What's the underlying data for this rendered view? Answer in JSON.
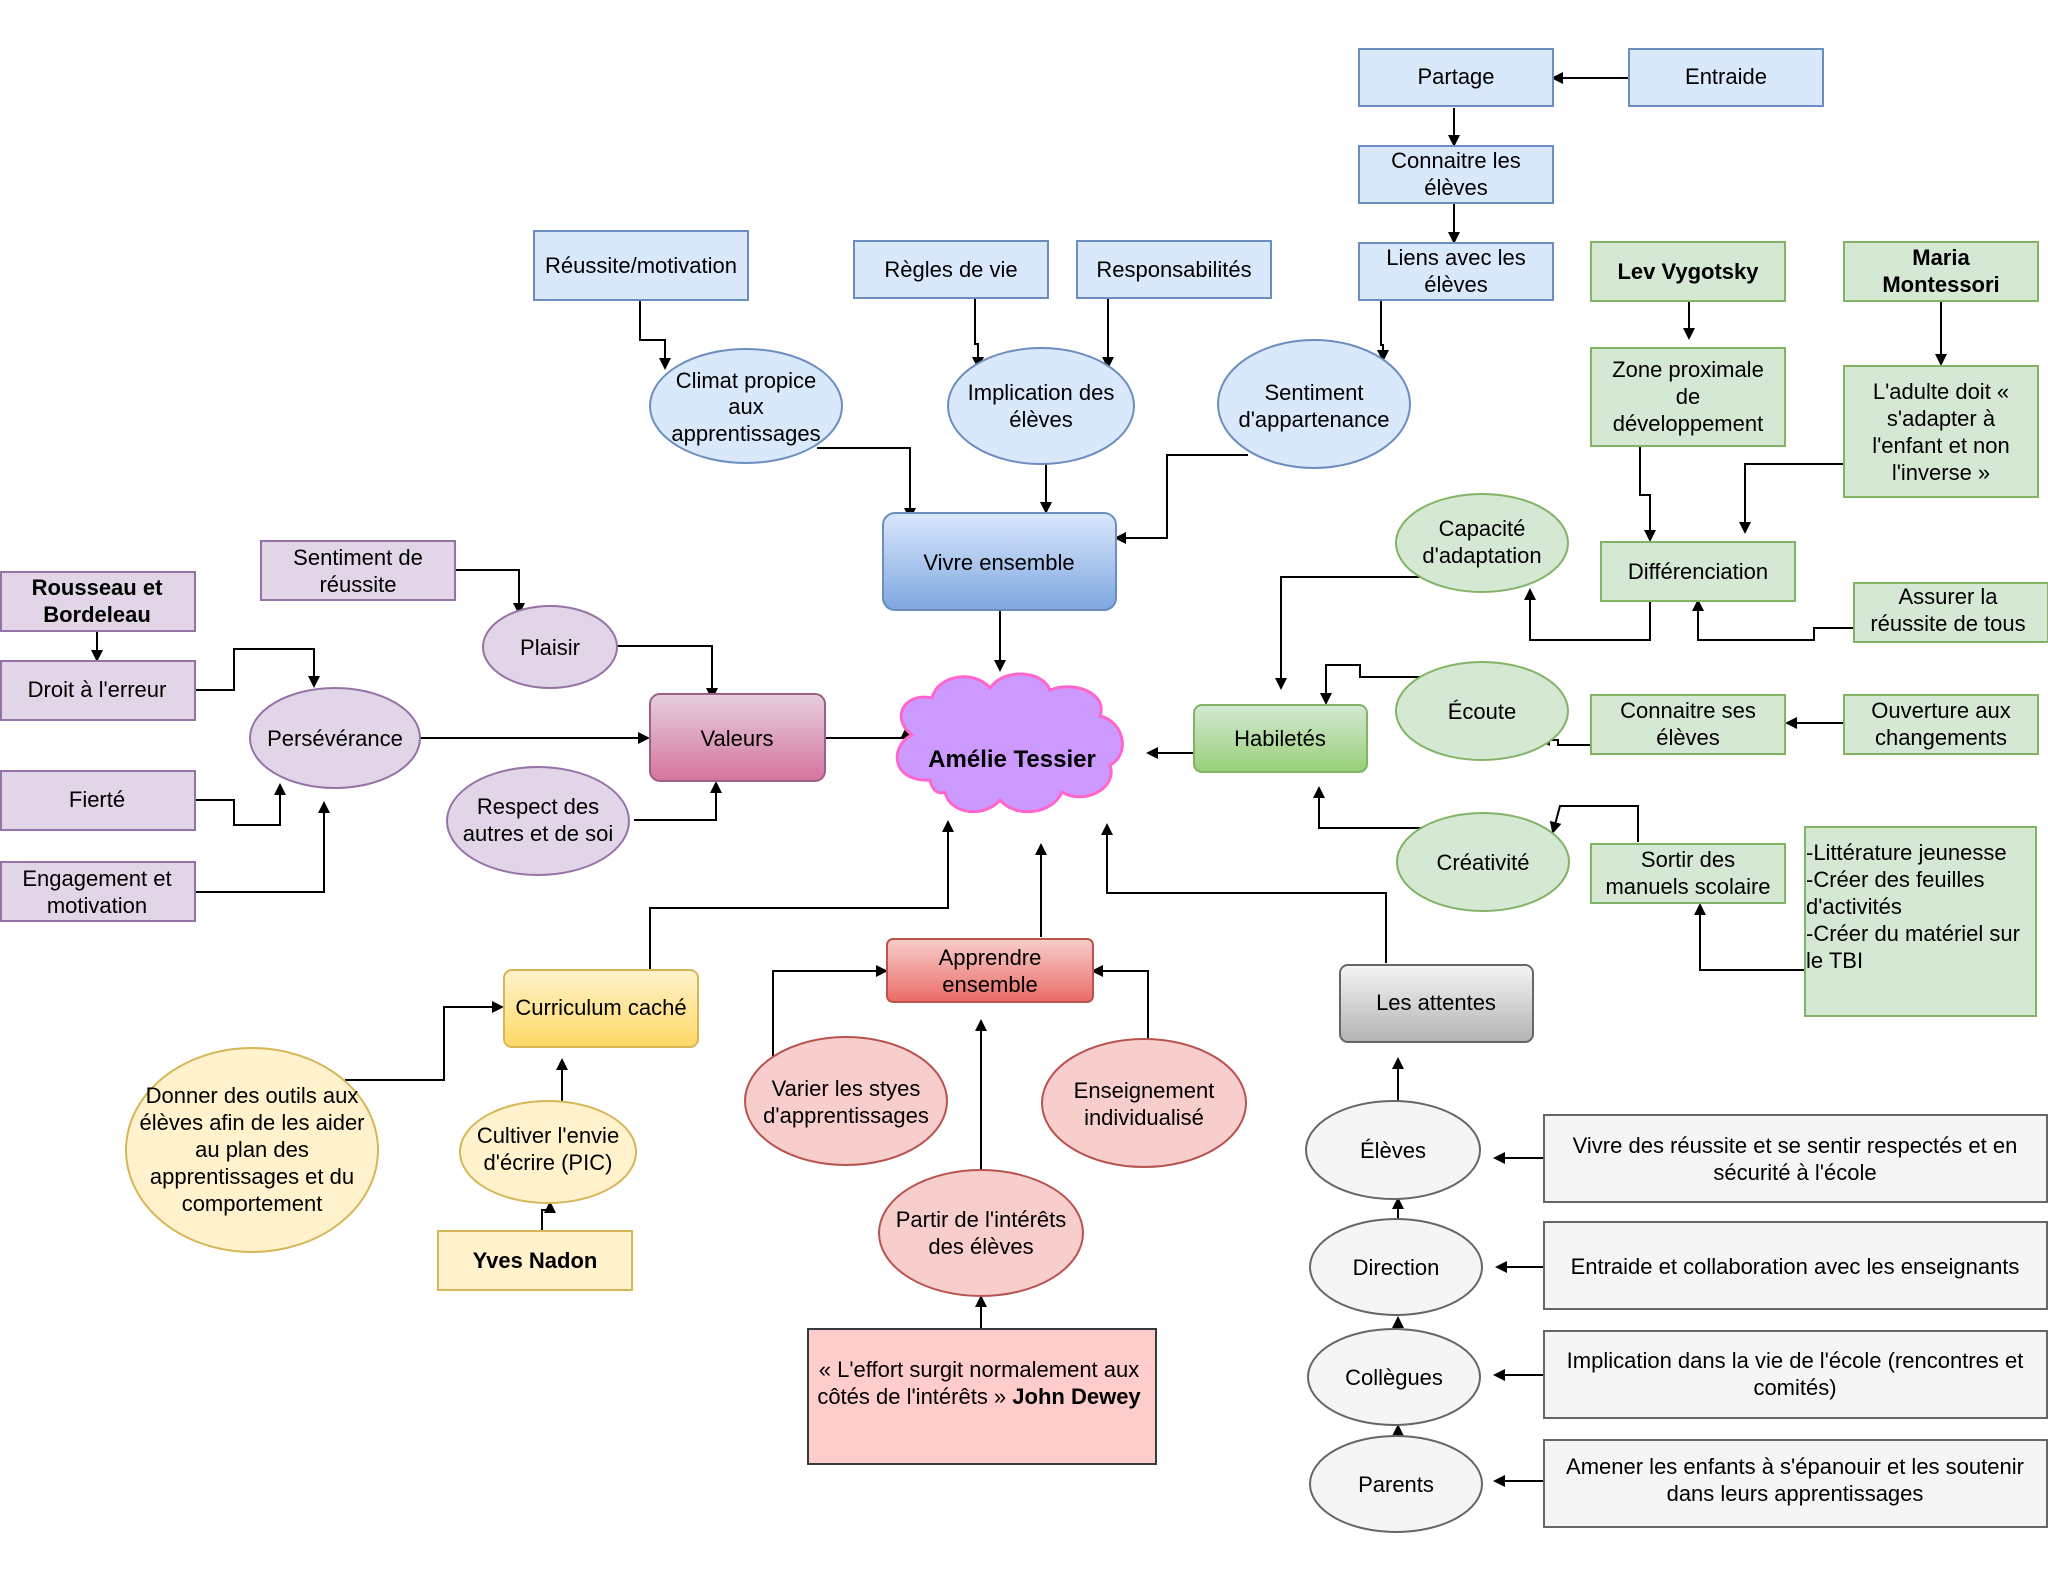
{
  "colors": {
    "blue_fill": "#dae8fc",
    "blue_stroke": "#6c8ebf",
    "green_fill": "#d5e8d4",
    "green_stroke": "#82b366",
    "purple_fill": "#e1d5e7",
    "purple_stroke": "#9673a6",
    "yellow_fill": "#fff2cc",
    "yellow_stroke": "#d6b656",
    "red_fill": "#f8cecc",
    "red_stroke": "#b85450",
    "gray_fill": "#f5f5f5",
    "gray_stroke": "#666666",
    "center_fill": "#cc99ff",
    "center_stroke": "#ff66cc"
  },
  "center": {
    "label": "Amélie Tessier"
  },
  "vivre_ensemble": {
    "label": "Vivre ensemble",
    "climat": [
      "Climat propice",
      "aux",
      "apprentissages"
    ],
    "reussite_motivation": "Réussite/motivation",
    "implication": [
      "Implication des",
      "élèves"
    ],
    "regles": "Règles de vie",
    "responsabilites": "Responsabilités",
    "sentiment_appartenance": [
      "Sentiment",
      "d'appartenance"
    ],
    "liens": [
      "Liens avec les",
      "élèves"
    ],
    "connaitre": [
      "Connaitre les",
      "élèves"
    ],
    "partage": "Partage",
    "entraide": "Entraide"
  },
  "valeurs": {
    "label": "Valeurs",
    "plaisir": "Plaisir",
    "sentiment_reussite": [
      "Sentiment de",
      "réussite"
    ],
    "perseverance": "Persévérance",
    "rousseau": [
      "Rousseau et",
      "Bordeleau"
    ],
    "droit_erreur": "Droit à l'erreur",
    "fierte": "Fierté",
    "engagement": [
      "Engagement et",
      "motivation"
    ],
    "respect": [
      "Respect des",
      "autres et de soi"
    ]
  },
  "habiletes": {
    "label": "Habiletés",
    "capacite": [
      "Capacité",
      "d'adaptation"
    ],
    "ecoute": "Écoute",
    "creativite": "Créativité",
    "differenciation": "Différenciation",
    "vygotsky": "Lev Vygotsky",
    "montessori": [
      "Maria",
      "Montessori"
    ],
    "zone": [
      "Zone proximale",
      "de",
      "développement"
    ],
    "adulte": [
      "L'adulte doit  «",
      "s'adapter à",
      "l'enfant et non",
      "l'inverse »"
    ],
    "assurer": [
      "Assurer la",
      "réussite de tous"
    ],
    "connaitre_ses": [
      "Connaitre ses",
      "élèves"
    ],
    "ouverture": [
      "Ouverture aux",
      "changements"
    ],
    "sortir": [
      "Sortir des",
      "manuels scolaire"
    ],
    "litterature": [
      "-Littérature jeunesse",
      "-Créer des feuilles",
      "d'activités",
      "-Créer du matériel sur",
      "le TBI"
    ]
  },
  "curriculum": {
    "label": "Curriculum caché",
    "outils": [
      "Donner des outils aux",
      "élèves afin de les aider",
      "au plan des",
      "apprentissages et du",
      "comportement"
    ],
    "cultiver": [
      "Cultiver l'envie",
      "d'écrire (PIC)"
    ],
    "nadon": "Yves Nadon"
  },
  "apprendre": {
    "label": [
      "Apprendre",
      "ensemble"
    ],
    "varier": [
      "Varier les styes",
      "d'apprentissages"
    ],
    "enseignement": [
      "Enseignement",
      "individualisé"
    ],
    "partir": [
      "Partir de l'intérêts",
      "des élèves"
    ],
    "quote_line1": "« L'effort surgit normalement aux",
    "quote_line2": "côtés de l'intérêts »",
    "quote_author": "John Dewey"
  },
  "attentes": {
    "label": "Les attentes",
    "eleves": "Élèves",
    "direction": "Direction",
    "collegues": "Collègues",
    "parents": "Parents",
    "eleves_text": [
      "Vivre des réussite et se sentir respectés et en",
      "sécurité à l'école"
    ],
    "direction_text": "Entraide et collaboration avec les enseignants",
    "collegues_text": [
      "Implication dans la vie de l'école (rencontres et",
      "comités)"
    ],
    "parents_text": [
      "Amener les enfants à s'épanouir et les soutenir",
      "dans leurs apprentissages"
    ]
  }
}
